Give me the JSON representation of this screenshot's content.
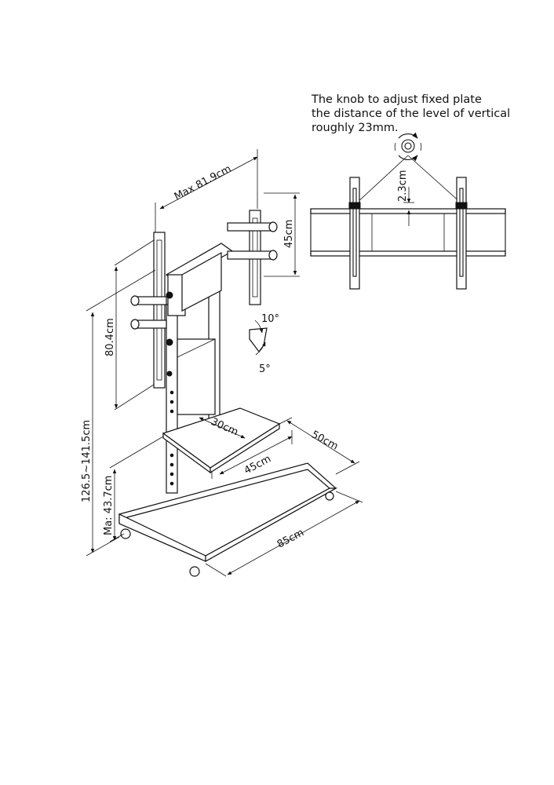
{
  "note": {
    "lines": [
      "The knob to adjust fixed plate",
      "the distance of the level of vertical",
      "roughly 23mm."
    ]
  },
  "dimensions": {
    "max_width": "Max 81.9cm",
    "bracket_height": "45cm",
    "vertical_span": "80.4cm",
    "total_height": "126.5~141.5cm",
    "shelf_height": "Ma: 43.7cm",
    "shelf_depth": "30cm",
    "base_depth": "50cm",
    "shelf_width": "45cm",
    "base_length": "85cm",
    "knob_offset": "2.3cm",
    "tilt_up": "10°",
    "tilt_down": "5°"
  }
}
